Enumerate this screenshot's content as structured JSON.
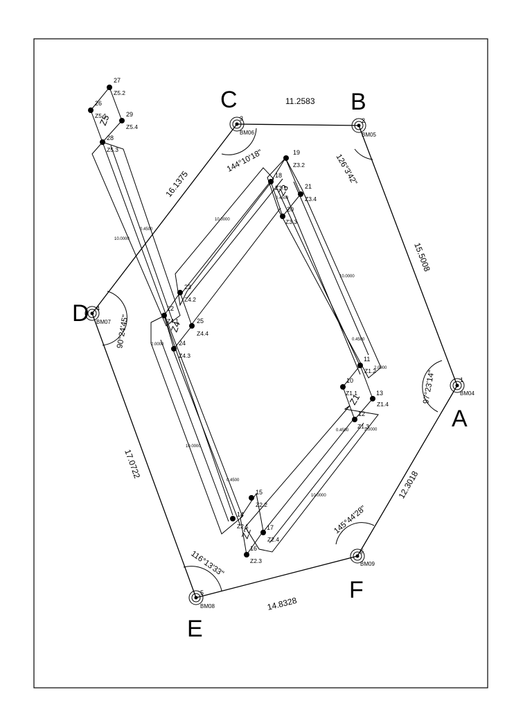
{
  "stations": [
    {
      "letter": "A",
      "num": "1",
      "bm": "BM04"
    },
    {
      "letter": "B",
      "num": "2",
      "bm": "BM05"
    },
    {
      "letter": "C",
      "num": "3",
      "bm": "BM06"
    },
    {
      "letter": "D",
      "num": "4",
      "bm": "BM07"
    },
    {
      "letter": "E",
      "num": "5",
      "bm": "BM08"
    },
    {
      "letter": "F",
      "num": "6",
      "bm": "BM09"
    }
  ],
  "distances": {
    "AB": "15.5008",
    "BC": "11.2583",
    "CD": "16.1375",
    "DE": "17.0722",
    "EF": "14.8328",
    "FA": "12.3018"
  },
  "angles": {
    "A": "97°23'14\"",
    "B": "126°3'42\"",
    "C": "144°10'18\"",
    "D": "90°24'45\"",
    "E": "116°13'33\"",
    "F": "145°44'28\""
  },
  "zones": [
    {
      "name": "Z1",
      "points": [
        {
          "num": "10",
          "label": "Z1.1"
        },
        {
          "num": "11",
          "label": "Z1.2"
        },
        {
          "num": "12",
          "label": "Z1.3"
        },
        {
          "num": "13",
          "label": "Z1.4"
        }
      ]
    },
    {
      "name": "Z2",
      "points": [
        {
          "num": "14",
          "label": "Z2.1"
        },
        {
          "num": "15",
          "label": "Z2.2"
        },
        {
          "num": "16",
          "label": "Z2.3"
        },
        {
          "num": "17",
          "label": "Z2.4"
        }
      ]
    },
    {
      "name": "Z3",
      "points": [
        {
          "num": "18",
          "label": "Z3.1"
        },
        {
          "num": "19",
          "label": "Z3.2"
        },
        {
          "num": "20",
          "label": "Z3.3"
        },
        {
          "num": "21",
          "label": "Z3.4"
        }
      ]
    },
    {
      "name": "Z4",
      "points": [
        {
          "num": "22",
          "label": "Z4.1"
        },
        {
          "num": "23",
          "label": "Z4.2"
        },
        {
          "num": "24",
          "label": "Z4.3"
        },
        {
          "num": "25",
          "label": "Z4.4"
        }
      ]
    },
    {
      "name": "Z5",
      "points": [
        {
          "num": "26",
          "label": "Z5.1"
        },
        {
          "num": "27",
          "label": "Z5.2"
        },
        {
          "num": "28",
          "label": "Z5.3"
        },
        {
          "num": "29",
          "label": "Z5.4"
        }
      ]
    }
  ],
  "beam_dims": {
    "length": "10.0000",
    "width": "2.0000",
    "offset": "0.4500"
  }
}
